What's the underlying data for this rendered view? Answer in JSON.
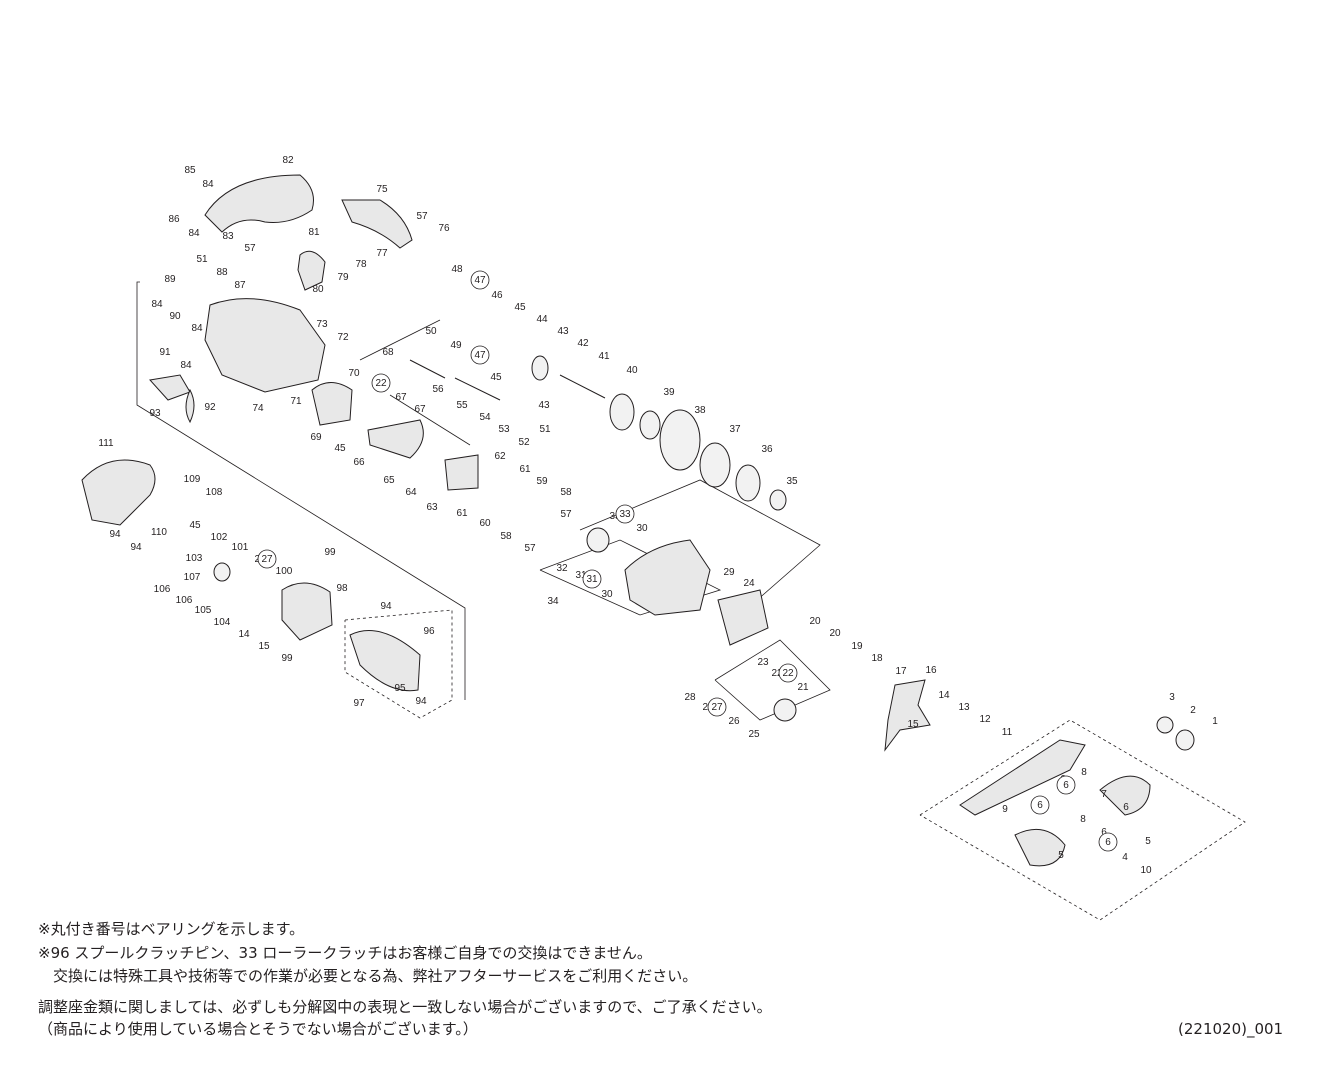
{
  "labels": {
    "plain": [
      "85",
      "84",
      "82",
      "86",
      "84",
      "83",
      "57",
      "75",
      "57",
      "76",
      "81",
      "77",
      "78",
      "79",
      "80",
      "51",
      "88",
      "89",
      "87",
      "84",
      "90",
      "84",
      "73",
      "72",
      "91",
      "84",
      "74",
      "71",
      "70",
      "68",
      "69",
      "45",
      "22",
      "67",
      "67",
      "66",
      "93",
      "92",
      "48",
      "47",
      "46",
      "45",
      "50",
      "49",
      "44",
      "43",
      "42",
      "47",
      "41",
      "45",
      "56",
      "55",
      "54",
      "43",
      "40",
      "53",
      "52",
      "51",
      "39",
      "38",
      "37",
      "36",
      "35",
      "62",
      "61",
      "65",
      "64",
      "63",
      "61",
      "59",
      "58",
      "60",
      "57",
      "58",
      "57",
      "111",
      "109",
      "108",
      "110",
      "45",
      "94",
      "94",
      "102",
      "101",
      "27",
      "103",
      "100",
      "99",
      "98",
      "107",
      "106",
      "106",
      "105",
      "104",
      "14",
      "15",
      "99",
      "94",
      "96",
      "95",
      "94",
      "97",
      "33",
      "30",
      "32",
      "31",
      "30",
      "34",
      "29",
      "24",
      "20",
      "20",
      "19",
      "18",
      "17",
      "16",
      "23",
      "22",
      "21",
      "28",
      "27",
      "26",
      "25",
      "14",
      "13",
      "12",
      "15",
      "11",
      "3",
      "2",
      "1",
      "6",
      "8",
      "9",
      "7",
      "6",
      "5",
      "8",
      "6",
      "5",
      "4",
      "10"
    ],
    "circled": [
      "47",
      "47",
      "22",
      "27",
      "33",
      "31",
      "22",
      "27",
      "6",
      "6",
      "6"
    ]
  },
  "notes": [
    "※丸付き番号はベアリングを示します。",
    "※96 スプールクラッチピン、33 ローラークラッチはお客様ご自身での交換はできません。",
    "　交換には特殊工具や技術等での作業が必要となる為、弊社アフターサービスをご利用ください。",
    "調整座金類に関しましては、必ずしも分解図中の表現と一致しない場合がございますので、ご了承ください。",
    "（商品により使用している場合とそうでない場合がございます。）"
  ],
  "diagram_code": "(221020)_001"
}
